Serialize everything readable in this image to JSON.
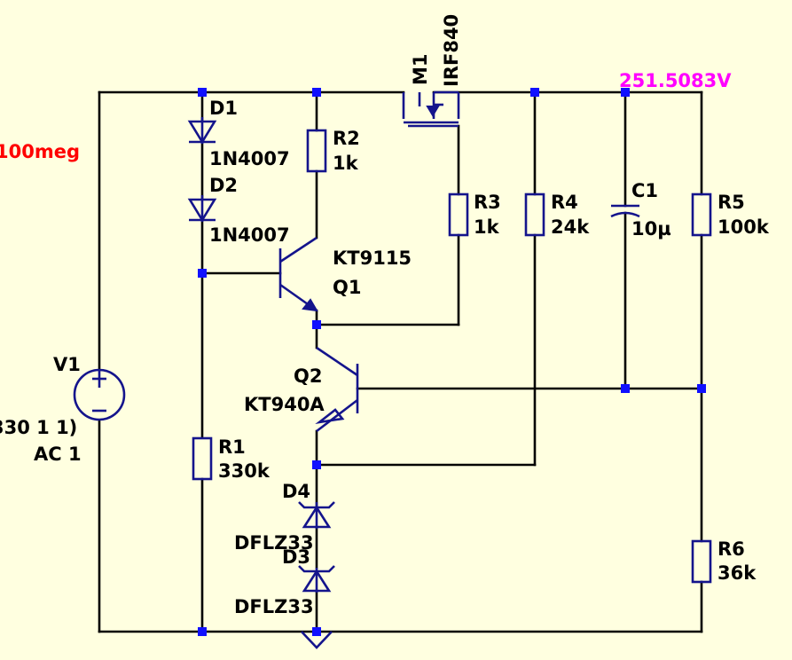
{
  "colors": {
    "background": "#ffffe0",
    "wire": "#000000",
    "component": "#14148c",
    "junction": "#1010ff",
    "node_voltage": "#ff00ff",
    "param": "#ff0000"
  },
  "labels": {
    "m1_ref": "M1",
    "m1_val": "IRF840",
    "node_voltage": "251.5083V",
    "v1_param": "100meg",
    "d1_ref": "D1",
    "d1_val": "1N4007",
    "d2_ref": "D2",
    "d2_val": "1N4007",
    "r2_ref": "R2",
    "r2_val": "1k",
    "r3_ref": "R3",
    "r3_val": "1k",
    "r4_ref": "R4",
    "r4_val": "24k",
    "c1_ref": "C1",
    "c1_val": "10µ",
    "r5_ref": "R5",
    "r5_val": "100k",
    "q1_val": "KT9115",
    "q1_ref": "Q1",
    "v1_ref": "V1",
    "v1_func": "330 1 1)",
    "v1_ac": "AC 1",
    "q2_ref": "Q2",
    "q2_val": "KT940A",
    "r1_ref": "R1",
    "r1_val": "330k",
    "d4_ref": "D4",
    "d4_val": "DFLZ33",
    "d3_ref": "D3",
    "d3_val": "DFLZ33",
    "r6_ref": "R6",
    "r6_val": "36k"
  }
}
